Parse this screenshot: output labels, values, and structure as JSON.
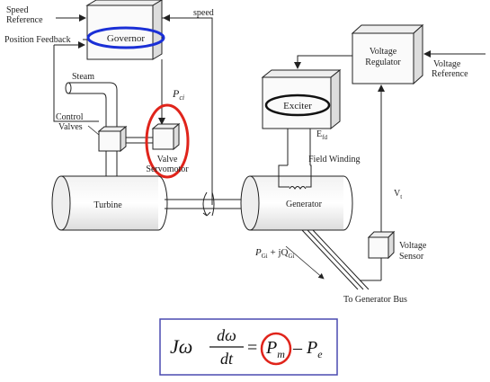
{
  "labels": {
    "speed_reference": [
      "Speed",
      "Reference"
    ],
    "position_feedback": "Position Feedback",
    "governor": "Governor",
    "speed": "speed",
    "p_ci": "P",
    "p_ci_sub": "ci",
    "steam": "Steam",
    "control_valves": [
      "Control",
      "Valves"
    ],
    "valve_servomotor": [
      "Valve",
      "Servomotor"
    ],
    "turbine": "Turbine",
    "exciter": "Exciter",
    "e_fd": "E",
    "e_fd_sub": "fd",
    "field_winding": "Field Winding",
    "generator": "Generator",
    "voltage_regulator": [
      "Voltage",
      "Regulator"
    ],
    "voltage_reference": [
      "Voltage",
      "Reference"
    ],
    "v_t": "V",
    "v_t_sub": "t",
    "voltage_sensor": [
      "Voltage",
      "Sensor"
    ],
    "power_output": "P",
    "power_output_sub1": "Gi",
    "power_output_mid": " + jQ",
    "power_output_sub2": "Gi",
    "to_generator_bus": "To Generator Bus"
  },
  "equation": {
    "lhs_coeff": "Jω",
    "numerator": "dω",
    "denominator": "dt",
    "equals": "=",
    "pm": "P",
    "pm_sub": "m",
    "minus": "–",
    "pe": "P",
    "pe_sub": "e"
  },
  "colors": {
    "highlight_blue": "#1a2fd6",
    "highlight_red": "#e0241b",
    "highlight_black": "#111111",
    "box_border": "#4a4ab0"
  }
}
